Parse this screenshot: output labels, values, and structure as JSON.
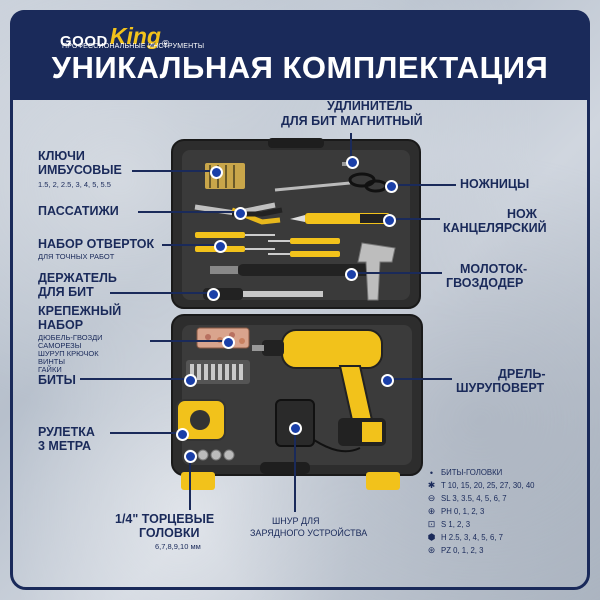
{
  "brand": {
    "good": "GOOD",
    "king": "King",
    "reg": "®",
    "sub": "ПРОФЕССИОНАЛЬНЫЕ ИНСТРУМЕНТЫ"
  },
  "title": "УНИКАЛЬНАЯ КОМПЛЕКТАЦИЯ",
  "labels": {
    "extension": [
      "УДЛИНИТЕЛЬ",
      "ДЛЯ БИТ МАГНИТНЫЙ"
    ],
    "hex_keys": [
      "КЛЮЧИ",
      "ИМБУСОВЫЕ"
    ],
    "hex_sizes": "1.5, 2, 2.5, 3, 4, 5, 5.5",
    "pliers": "ПАССАТИЖИ",
    "screwdrivers": "НАБОР ОТВЕРТОК",
    "screwdrivers_sub": "ДЛЯ ТОЧНЫХ РАБОТ",
    "bit_holder": [
      "ДЕРЖАТЕЛЬ",
      "ДЛЯ БИТ"
    ],
    "fasteners": [
      "КРЕПЕЖНЫЙ",
      "НАБОР"
    ],
    "fasteners_sub": [
      "ДЮБЕЛЬ-ГВОЗДИ",
      "САМОРЕЗЫ",
      "ШУРУП КРЮЧОК",
      "ВИНТЫ",
      "ГАЙКИ"
    ],
    "bits": "БИТЫ",
    "tape": [
      "РУЛЕТКА",
      "3 МЕТРА"
    ],
    "sockets": [
      "1/4\" ТОРЦЕВЫЕ",
      "ГОЛОВКИ"
    ],
    "sockets_sub": "6,7,8,9,10 мм",
    "charger": [
      "ШНУР ДЛЯ",
      "ЗАРЯДНОГО УСТРОЙСТВА"
    ],
    "scissors": "НОЖНИЦЫ",
    "knife": [
      "НОЖ",
      "КАНЦЕЛЯРСКИЙ"
    ],
    "hammer": [
      "МОЛОТОК-",
      "ГВОЗДОДЕР"
    ],
    "drill": [
      "ДРЕЛЬ-",
      "ШУРУПОВЕРТ"
    ]
  },
  "legend": {
    "title": "БИТЫ-ГОЛОВКИ",
    "rows": [
      {
        "icon": "torx-icon",
        "glyph": "✱",
        "text": "T 10, 15, 20, 25, 27, 30, 40"
      },
      {
        "icon": "slot-icon",
        "glyph": "⊖",
        "text": "SL 3, 3.5, 4, 5, 6, 7"
      },
      {
        "icon": "phillips-icon",
        "glyph": "⊕",
        "text": "PH 0, 1, 2, 3"
      },
      {
        "icon": "square-icon",
        "glyph": "⊡",
        "text": "S 1, 2, 3"
      },
      {
        "icon": "hex-icon",
        "glyph": "⬢",
        "text": "H 2.5, 3, 4, 5, 6, 7"
      },
      {
        "icon": "pozidriv-icon",
        "glyph": "⊛",
        "text": "PZ 0, 1, 2, 3"
      }
    ]
  },
  "colors": {
    "navy": "#1a2a5a",
    "accent_yellow": "#f2c21b",
    "case": "#2b2b2b"
  }
}
